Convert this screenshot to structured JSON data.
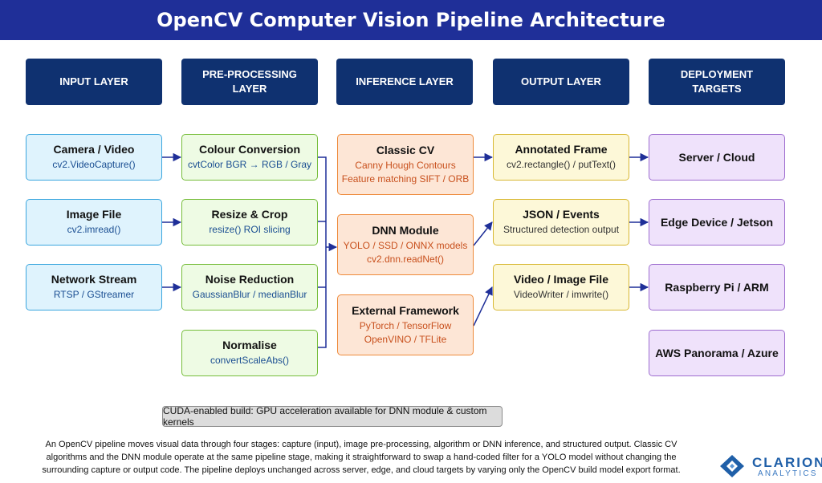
{
  "title": "OpenCV Computer Vision Pipeline Architecture",
  "layers": [
    "INPUT LAYER",
    "PRE-PROCESSING\nLAYER",
    "INFERENCE LAYER",
    "OUTPUT LAYER",
    "DEPLOYMENT\nTARGETS"
  ],
  "input": [
    {
      "title": "Camera / Video",
      "sub": "cv2.VideoCapture()"
    },
    {
      "title": "Image File",
      "sub": "cv2.imread()"
    },
    {
      "title": "Network Stream",
      "sub": "RTSP / GStreamer"
    }
  ],
  "preprocessing": [
    {
      "title": "Colour Conversion",
      "sub": "cvtColor BGR → RGB / Gray"
    },
    {
      "title": "Resize & Crop",
      "sub": "resize() ROI slicing"
    },
    {
      "title": "Noise Reduction",
      "sub": "GaussianBlur / medianBlur"
    },
    {
      "title": "Normalise",
      "sub": "convertScaleAbs()"
    }
  ],
  "inference": [
    {
      "title": "Classic CV",
      "sub": "Canny Hough Contours\nFeature matching SIFT / ORB"
    },
    {
      "title": "DNN Module",
      "sub": "YOLO / SSD / ONNX models\ncv2.dnn.readNet()"
    },
    {
      "title": "External Framework",
      "sub": "PyTorch / TensorFlow\nOpenVINO / TFLite"
    }
  ],
  "output": [
    {
      "title": "Annotated Frame",
      "sub": "cv2.rectangle() / putText()"
    },
    {
      "title": "JSON / Events",
      "sub": "Structured detection output"
    },
    {
      "title": "Video / Image File",
      "sub": "VideoWriter / imwrite()"
    }
  ],
  "deployment": [
    "Server / Cloud",
    "Edge Device / Jetson",
    "Raspberry Pi / ARM",
    "AWS Panorama / Azure"
  ],
  "cuda_note": "CUDA-enabled build: GPU acceleration available for DNN module & custom kernels",
  "description": "An OpenCV pipeline moves visual data through four stages: capture (input), image pre-processing, algorithm or DNN inference, and structured output. Classic CV algorithms and the DNN module operate at the same pipeline stage, making it straightforward to swap a hand-coded filter for a YOLO model without changing the surrounding capture or output code. The pipeline deploys unchanged across server, edge, and cloud targets by varying only the OpenCV build model export format.",
  "logo": {
    "name": "CLARION",
    "sub": "ANALYTICS"
  },
  "colors": {
    "banner": "#1f2f98",
    "header": "#0f3170",
    "input": "#3aa6de",
    "preprocessing": "#76bd3a",
    "inference": "#ee8a3b",
    "output": "#d8b834",
    "deployment": "#9d6ccf",
    "connector": "#1f2f98"
  }
}
